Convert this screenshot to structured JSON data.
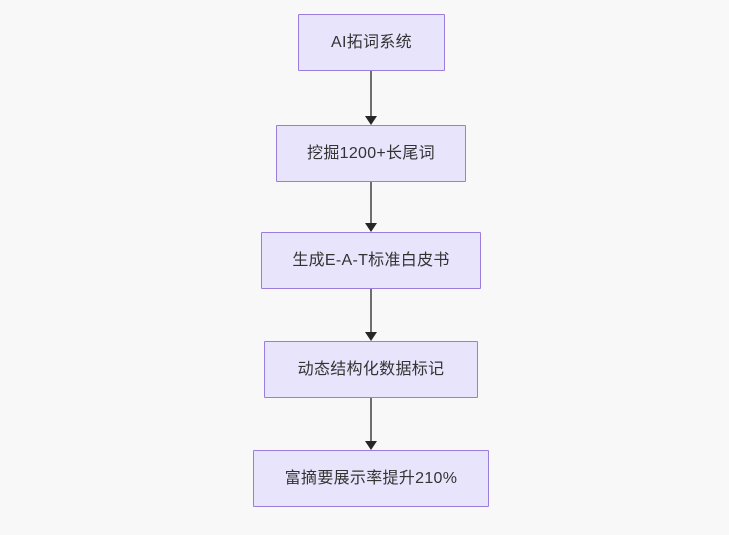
{
  "diagram": {
    "type": "flowchart",
    "direction": "top-to-bottom",
    "background_color": "#f8f8f8",
    "node_fill_color": "#e8e4fb",
    "node_border_color": "#9a7ddc",
    "node_text_color": "#333333",
    "edge_line_color": "#6f6f6f",
    "edge_arrow_color": "#262626",
    "nodes": [
      {
        "id": "n1",
        "label": "AI拓词系统"
      },
      {
        "id": "n2",
        "label": "挖掘1200+长尾词"
      },
      {
        "id": "n3",
        "label": "生成E-A-T标准白皮书"
      },
      {
        "id": "n4",
        "label": "动态结构化数据标记"
      },
      {
        "id": "n5",
        "label": "富摘要展示率提升210%"
      }
    ],
    "edges": [
      {
        "from": "n1",
        "to": "n2",
        "label": ""
      },
      {
        "from": "n2",
        "to": "n3",
        "label": ""
      },
      {
        "from": "n3",
        "to": "n4",
        "label": ""
      },
      {
        "from": "n4",
        "to": "n5",
        "label": ""
      }
    ]
  }
}
